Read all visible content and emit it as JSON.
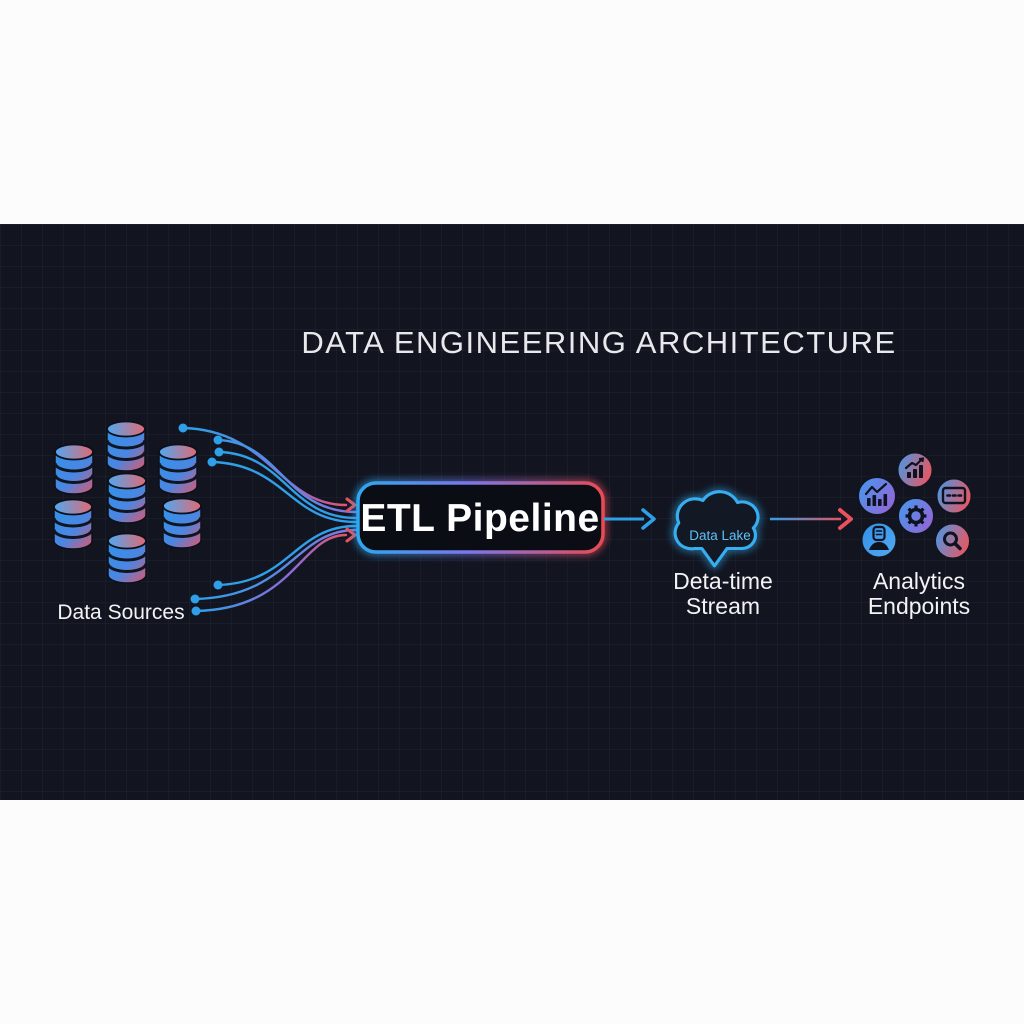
{
  "title": "DATA ENGINEERING ARCHITECTURE",
  "palette": {
    "band_background": "#121520",
    "page_background": "#fbfbfc",
    "blue": "#2f9fe8",
    "red": "#e8515d",
    "purple": "#8a6bd8",
    "text_light": "#eceef2"
  },
  "data_sources": {
    "label": "Data Sources",
    "database_count": 7
  },
  "etl": {
    "label": "ETL Pipeline"
  },
  "data_lake": {
    "label": "Data Lake",
    "caption_line1": "Deta-time",
    "caption_line2": "Stream"
  },
  "analytics": {
    "caption_line1": "Analytics",
    "caption_line2": "Endpoints",
    "icons": [
      "bar-chart-trend-icon",
      "line-chart-bars-icon",
      "data-card-icon",
      "gear-icon",
      "analyst-person-icon",
      "magnifier-icon"
    ]
  }
}
